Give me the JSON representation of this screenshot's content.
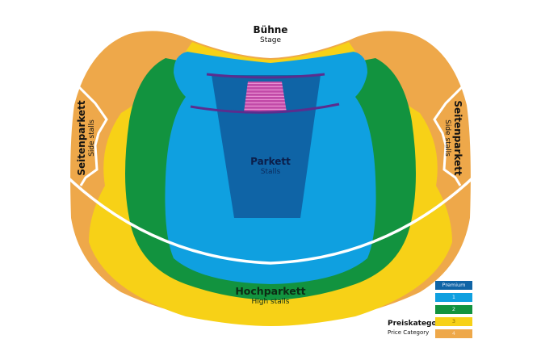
{
  "colors": {
    "premium": "#0f64a6",
    "cat1": "#0fa0e0",
    "cat2": "#12933f",
    "cat3": "#f7d117",
    "cat4": "#eea84a",
    "box_rows": "#a54aa8",
    "divider": "#5b2d8e"
  },
  "stage": {
    "title": "Bühne",
    "subtitle": "Stage"
  },
  "sections": {
    "stalls": {
      "title": "Parkett",
      "subtitle": "Stalls"
    },
    "high_stalls": {
      "title": "Hochparkett",
      "subtitle": "High stalls"
    },
    "side_stalls_left": {
      "title": "Seitenparkett",
      "subtitle": "Side stalls"
    },
    "side_stalls_right": {
      "title": "Seitenparkett",
      "subtitle": "Side stalls"
    }
  },
  "legend": {
    "title": "Preiskategorie",
    "subtitle": "Price Category",
    "items": [
      {
        "label": "Premium",
        "color": "#0f64a6"
      },
      {
        "label": "1",
        "color": "#0fa0e0"
      },
      {
        "label": "2",
        "color": "#12933f"
      },
      {
        "label": "3",
        "color": "#f7d117"
      },
      {
        "label": "4",
        "color": "#eea84a"
      }
    ]
  }
}
